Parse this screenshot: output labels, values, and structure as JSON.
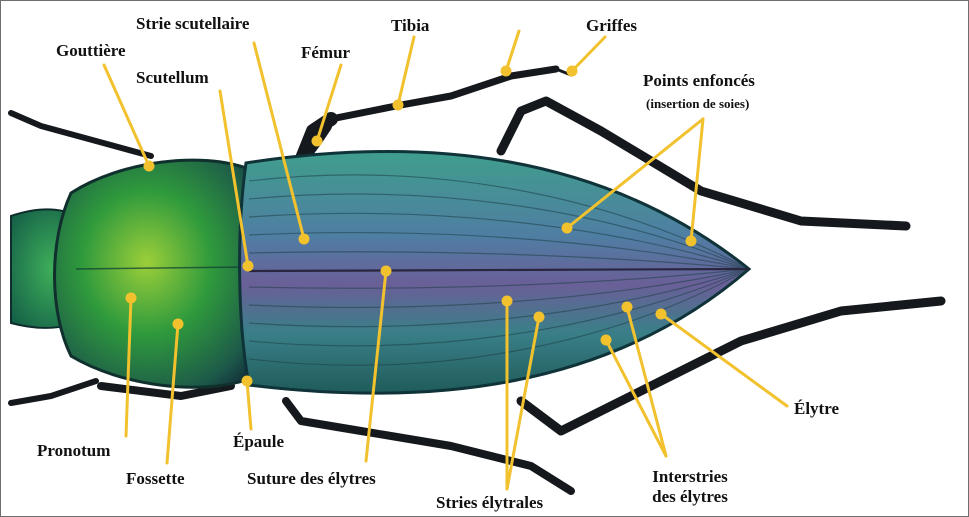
{
  "labels": {
    "strie_scutellaire": "Strie scutellaire",
    "tibia": "Tibia",
    "griffes": "Griffes",
    "gouttiere": "Gouttière",
    "femur": "Fémur",
    "scutellum": "Scutellum",
    "points_enfonces": "Points enfoncés",
    "points_enfonces_note": "(insertion de soies)",
    "pronotum": "Pronotum",
    "fossette": "Fossette",
    "epaule": "Épaule",
    "suture": "Suture des élytres",
    "stries_elytrales": "Stries élytrales",
    "interstries_line1": "Interstries",
    "interstries_line2": "des élytres",
    "elytre": "Élytre"
  },
  "colors": {
    "leader": "#f2c12e",
    "label_text": "#111111",
    "pronotum_green": "#2f9a3c",
    "elytra_teal": "#3c7f86",
    "elytra_violet": "#6a5f98",
    "legs": "#15181c"
  }
}
